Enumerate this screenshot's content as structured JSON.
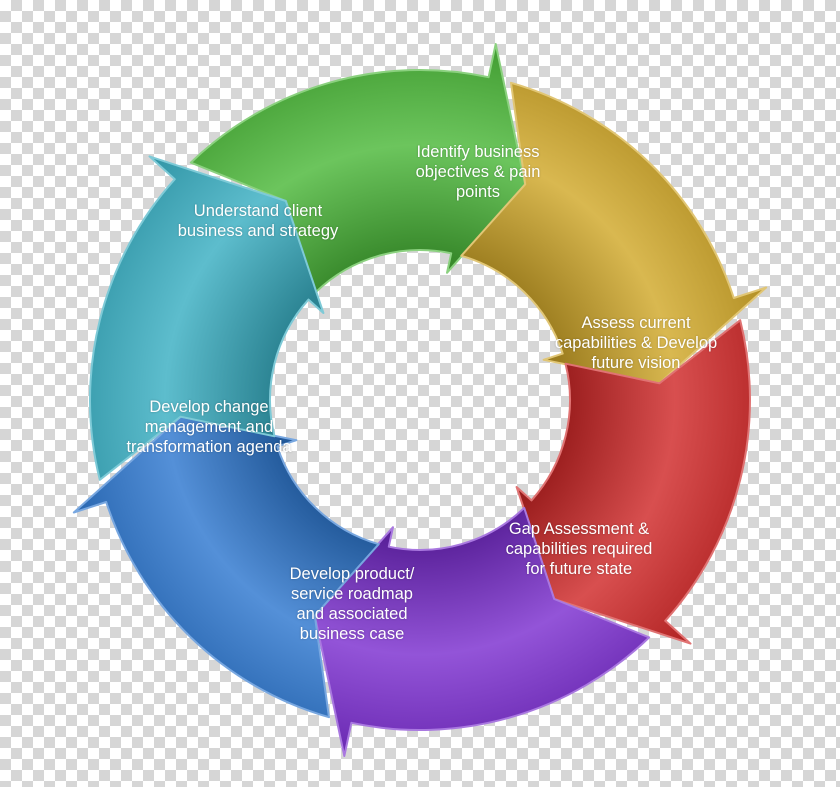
{
  "diagram": {
    "steps": [
      {
        "label": "Identify business\nobjectives & pain\npoints",
        "color": "#4cb83a"
      },
      {
        "label": "Assess current\ncapabilities & Develop\nfuture vision",
        "color": "#d1a82a"
      },
      {
        "label": "Gap Assessment &\ncapabilities required\nfor future state",
        "color": "#cf2828"
      },
      {
        "label": "Develop product/\nservice roadmap\nand associated\nbusiness case",
        "color": "#7b2fd0"
      },
      {
        "label": "Develop change\nmanagement and\ntransformation agenda",
        "color": "#2f78cf"
      },
      {
        "label": "Understand client\nbusiness and strategy",
        "color": "#39aec2"
      }
    ]
  }
}
